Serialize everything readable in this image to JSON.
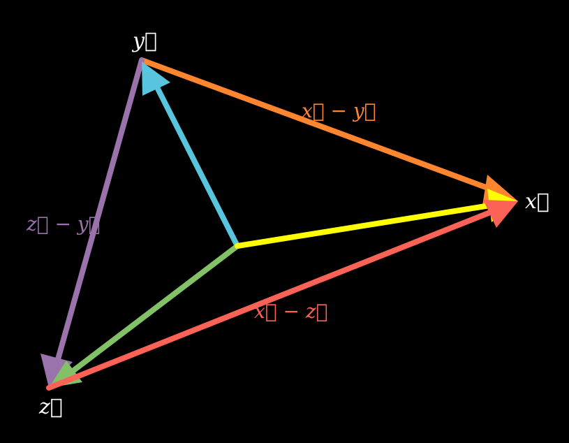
{
  "colors": {
    "background": "#000000",
    "to_x": "#ffff00",
    "to_y": "#58c4dd",
    "to_z": "#83c167",
    "x_minus_y": "#ff862f",
    "z_minus_y": "#9a72ac",
    "x_minus_z": "#fc6255",
    "point_label": "#ffffff"
  },
  "labels": {
    "x": "x⃗",
    "y": "y⃗",
    "z": "z⃗",
    "x_minus_y": "x⃗ − y⃗",
    "z_minus_y": "z⃗ − y⃗",
    "x_minus_z": "x⃗ − z⃗"
  }
}
